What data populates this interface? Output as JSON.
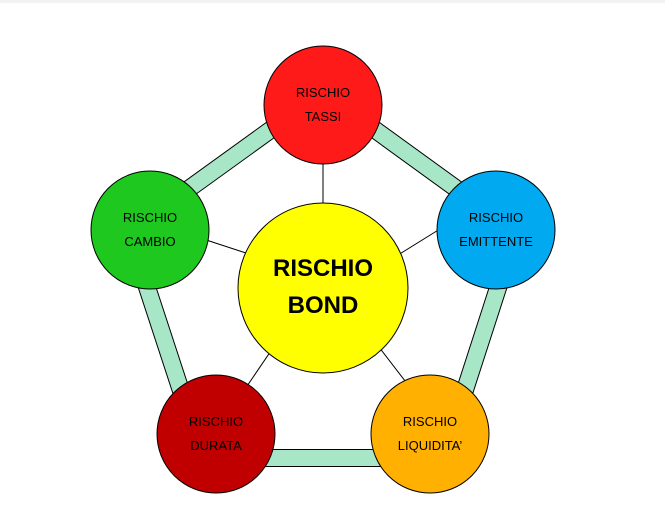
{
  "center": {
    "line1": "RISCHIO",
    "line2": "BOND",
    "color": "#ffff00"
  },
  "nodes": [
    {
      "id": "tassi",
      "line1": "RISCHIO",
      "line2": "TASSI",
      "color": "#ff1a1a"
    },
    {
      "id": "emittente",
      "line1": "RISCHIO",
      "line2": "EMITTENTE",
      "color": "#00a9f0"
    },
    {
      "id": "liquidita",
      "line1": "RISCHIO",
      "line2": "LIQUIDITA’",
      "color": "#ffb000"
    },
    {
      "id": "durata",
      "line1": "RISCHIO",
      "line2": "DURATA",
      "color": "#c00000"
    },
    {
      "id": "cambio",
      "line1": "RISCHIO",
      "line2": "CAMBIO",
      "color": "#1ec81e"
    }
  ],
  "ring_color": "#a8e6c8"
}
